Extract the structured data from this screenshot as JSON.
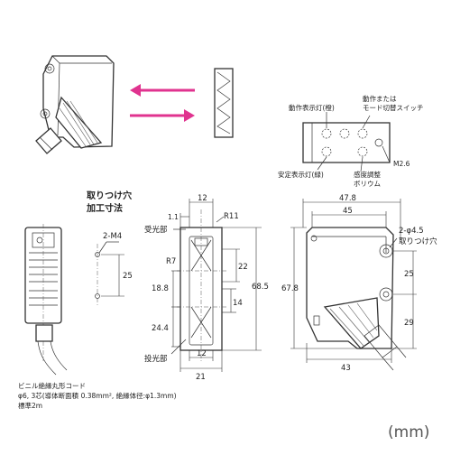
{
  "unit_label": "(mm)",
  "top_labels": {
    "operation_indicator": "動作表示灯(橙)",
    "operation_or_mode": "動作または",
    "mode_switch": "モード切替スイッチ",
    "stability_indicator": "安定表示灯(緑)",
    "sensitivity": "感度調整",
    "volume": "ボリウム",
    "m26": "M2.6"
  },
  "mount_hole": {
    "title1": "取りつけ穴",
    "title2": "加工寸法",
    "m4": "2-M4",
    "pitch": "25"
  },
  "front_view": {
    "receiver": "受光部",
    "emitter": "投光部",
    "d12": "12",
    "d11": "1.1",
    "r11": "R11",
    "r7": "R7",
    "d22": "22",
    "d188": "18.8",
    "d14": "14",
    "d244": "24.4",
    "d685": "68.5",
    "d12b": "12",
    "d21": "21"
  },
  "side_view": {
    "d478": "47.8",
    "d45": "45",
    "hole": "2-φ4.5",
    "hole2": "取りつけ穴",
    "d678": "67.8",
    "d25": "25",
    "d29": "29",
    "d43": "43"
  },
  "cable_note": {
    "line1": "ビニル絶縁丸形コード",
    "line2": "φ6, 3芯(導体断面積 0.38mm², 絶縁体径:φ1.3mm)",
    "line3": "標準2m"
  },
  "colors": {
    "arrow": "#e0338f",
    "line": "#333333"
  }
}
